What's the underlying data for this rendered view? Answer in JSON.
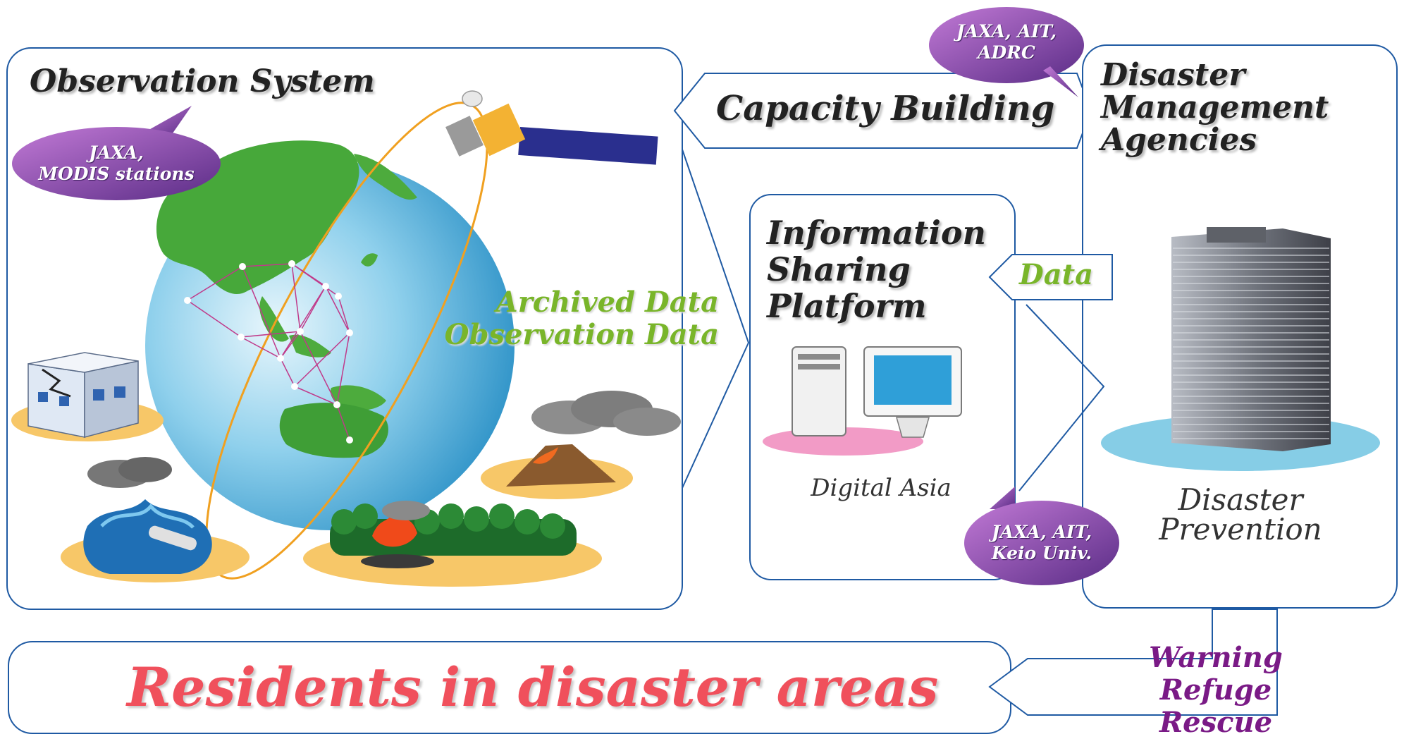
{
  "observation": {
    "title": "Observation System",
    "bubble": [
      "JAXA,",
      "MODIS stations"
    ],
    "data_labels": [
      "Archived Data",
      "Observation Data"
    ]
  },
  "capacity": {
    "title": "Capacity Building",
    "bubble": [
      "JAXA, AIT,",
      "ADRC"
    ]
  },
  "agencies": {
    "title": [
      "Disaster",
      "Management",
      "Agencies"
    ],
    "caption": [
      "Disaster",
      "Prevention"
    ]
  },
  "platform": {
    "title": [
      "Information",
      "Sharing",
      "Platform"
    ],
    "caption": "Digital Asia",
    "data_label": "Data",
    "bubble": [
      "JAXA, AIT,",
      "Keio Univ."
    ]
  },
  "residents": {
    "label": "Residents in disaster areas"
  },
  "actions": [
    "Warning",
    "Refuge",
    "Rescue"
  ],
  "colors": {
    "box_border": "#1f5aa3",
    "data_green": "#79b52a",
    "bubble_purple": "#8a4aa6",
    "residents_red": "#f0505c",
    "actions_purple": "#7a1a86"
  }
}
